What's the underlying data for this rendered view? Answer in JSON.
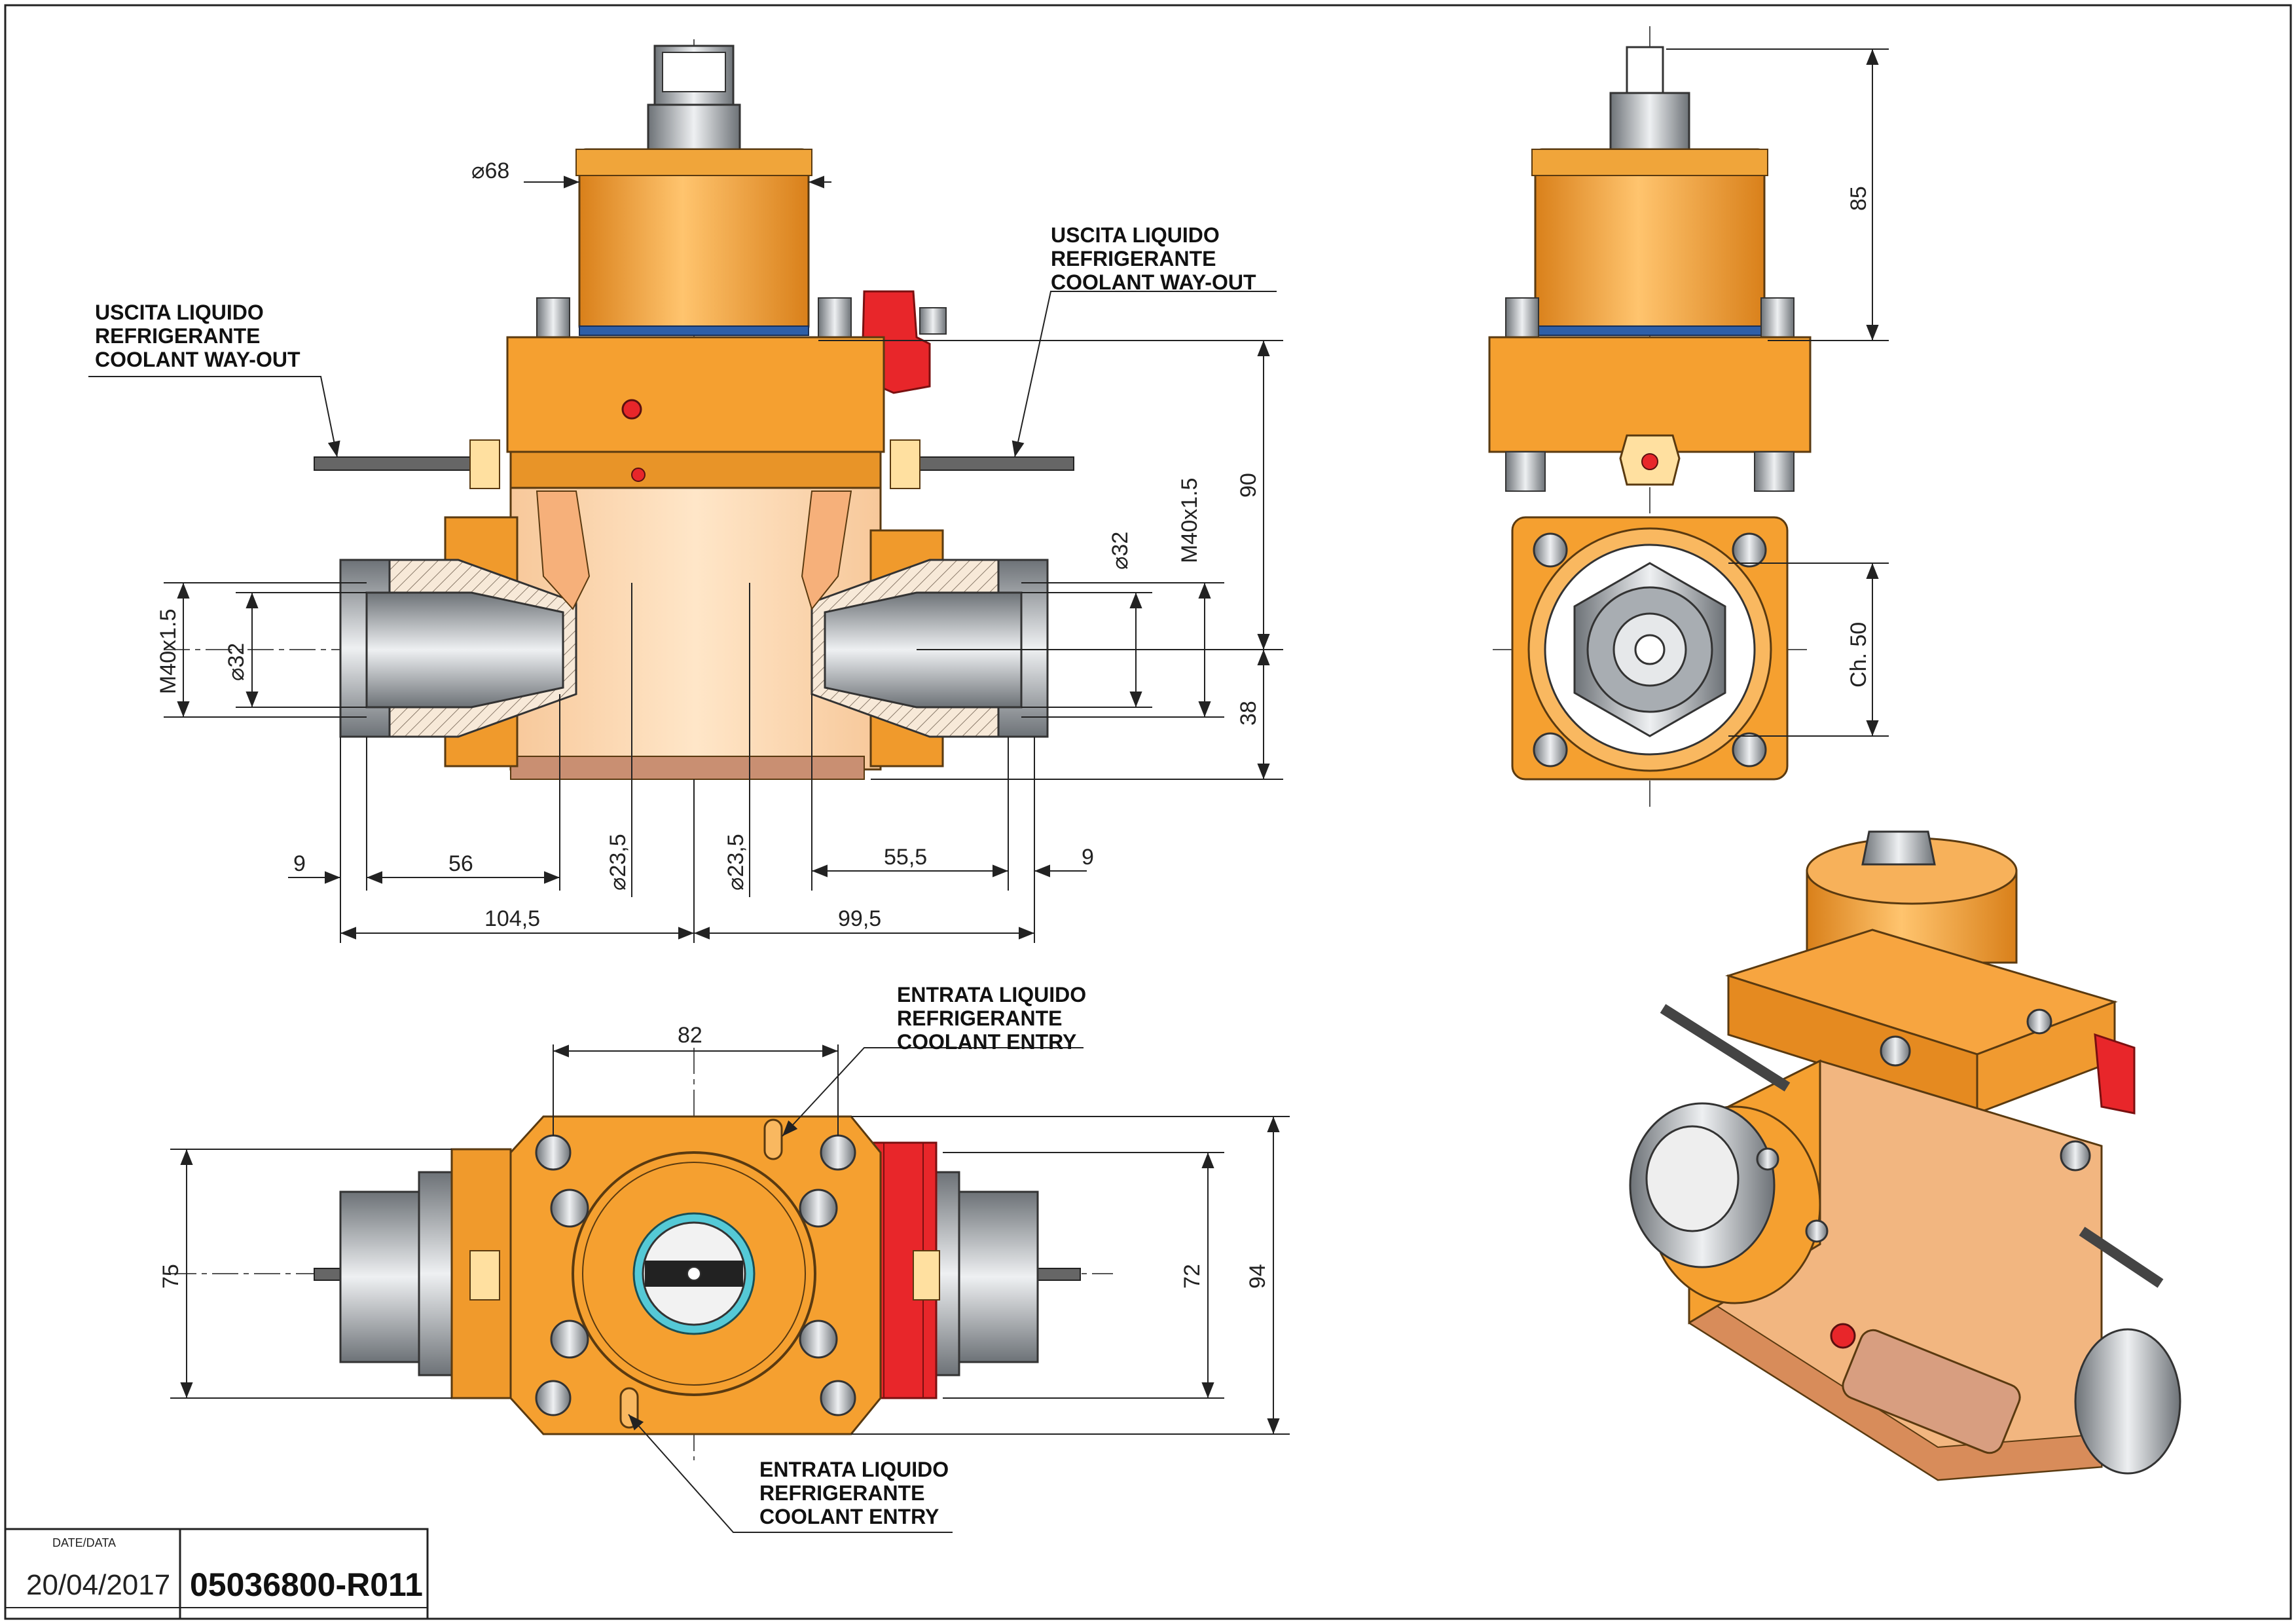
{
  "annotations": {
    "coolant_out_left": [
      "USCITA LIQUIDO",
      "REFRIGERANTE",
      "COOLANT WAY-OUT"
    ],
    "coolant_out_right": [
      "USCITA LIQUIDO",
      "REFRIGERANTE",
      "COOLANT WAY-OUT"
    ],
    "coolant_in_top": [
      "ENTRATA LIQUIDO",
      "REFRIGERANTE",
      "COOLANT ENTRY"
    ],
    "coolant_in_bottom": [
      "ENTRATA LIQUIDO",
      "REFRIGERANTE",
      "COOLANT ENTRY"
    ]
  },
  "dimensions": {
    "dia68": "68",
    "m40_right": "M40x1.5",
    "dia32_right": "32",
    "h90": "90",
    "m40_left": "M40x1.5",
    "dia32_left": "32",
    "h38": "38",
    "d9_left": "9",
    "d56": "56",
    "dia23_left": "23,5",
    "dia23_right": "23,5",
    "d55": "55,5",
    "d9_right": "9",
    "d104": "104,5",
    "d99": "99,5",
    "h85": "85",
    "ch50": "Ch. 50",
    "w82": "82",
    "h75": "75",
    "h72": "72",
    "h94": "94",
    "dia_symbol": "⌀"
  },
  "title_block": {
    "date_label": "DATE/DATA",
    "date": "20/04/2017",
    "code": "05036800-R011"
  },
  "colors": {
    "orange": "#F5A030",
    "orange_dark": "#C97A16",
    "orange_light": "#FDC98A",
    "peach": "#FBD8B0",
    "red": "#E8262A",
    "steel": "#9FA3A8",
    "steel_dark": "#5E6368",
    "blue_ring": "#2E5FA8",
    "line": "#222222"
  }
}
